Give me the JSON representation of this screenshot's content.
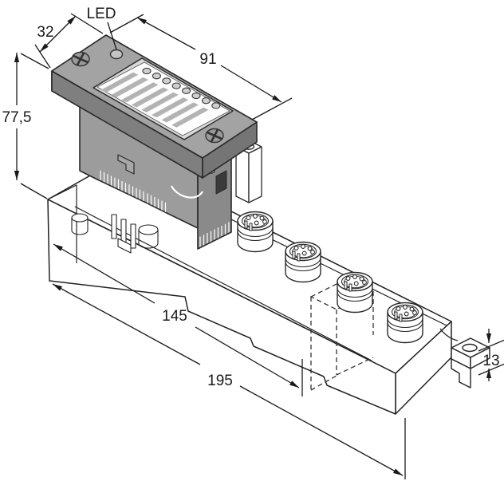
{
  "diagram": {
    "type": "technical-dimension-drawing",
    "subject": "electronic-module-on-fieldbus-base",
    "labels": {
      "led": "LED",
      "width": "32",
      "depth": "91",
      "height": "77,5",
      "length_inner": "145",
      "length_total": "195",
      "flange": "13"
    },
    "counts": {
      "label_bars": 8,
      "led_windows": 8,
      "m12_connectors": 4,
      "screws": 2
    },
    "colors": {
      "line": "#1a1a1a",
      "base_fill": "#ffffff",
      "module_top": "#a3a3a3",
      "module_left": "#8f8f8f",
      "module_front": "#7f7f7f",
      "module_right": "#757575",
      "body_front": "#9c9c9c",
      "body_side": "#8a8a8a",
      "window_frame": "#d9d9d9",
      "window_fill": "#fdfdfd",
      "label_bar": "#b3b3b3",
      "led_dot": "#cfcfcf",
      "latch": "#3a3a3a"
    }
  }
}
